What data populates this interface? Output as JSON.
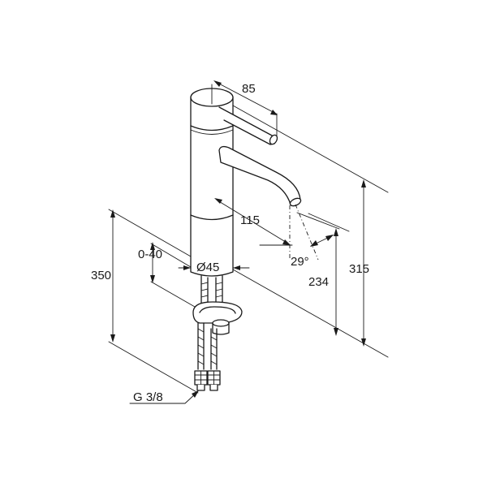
{
  "dimensions": {
    "handle_length": "85",
    "spout_reach": "115",
    "spout_angle": "29°",
    "spout_height": "234",
    "total_height": "315",
    "body_diameter": "Ø45",
    "mount_thickness": "0-40",
    "hose_length": "350",
    "connection_thread": "G 3/8"
  },
  "colors": {
    "stroke": "#1a1a1a",
    "background": "#ffffff"
  }
}
